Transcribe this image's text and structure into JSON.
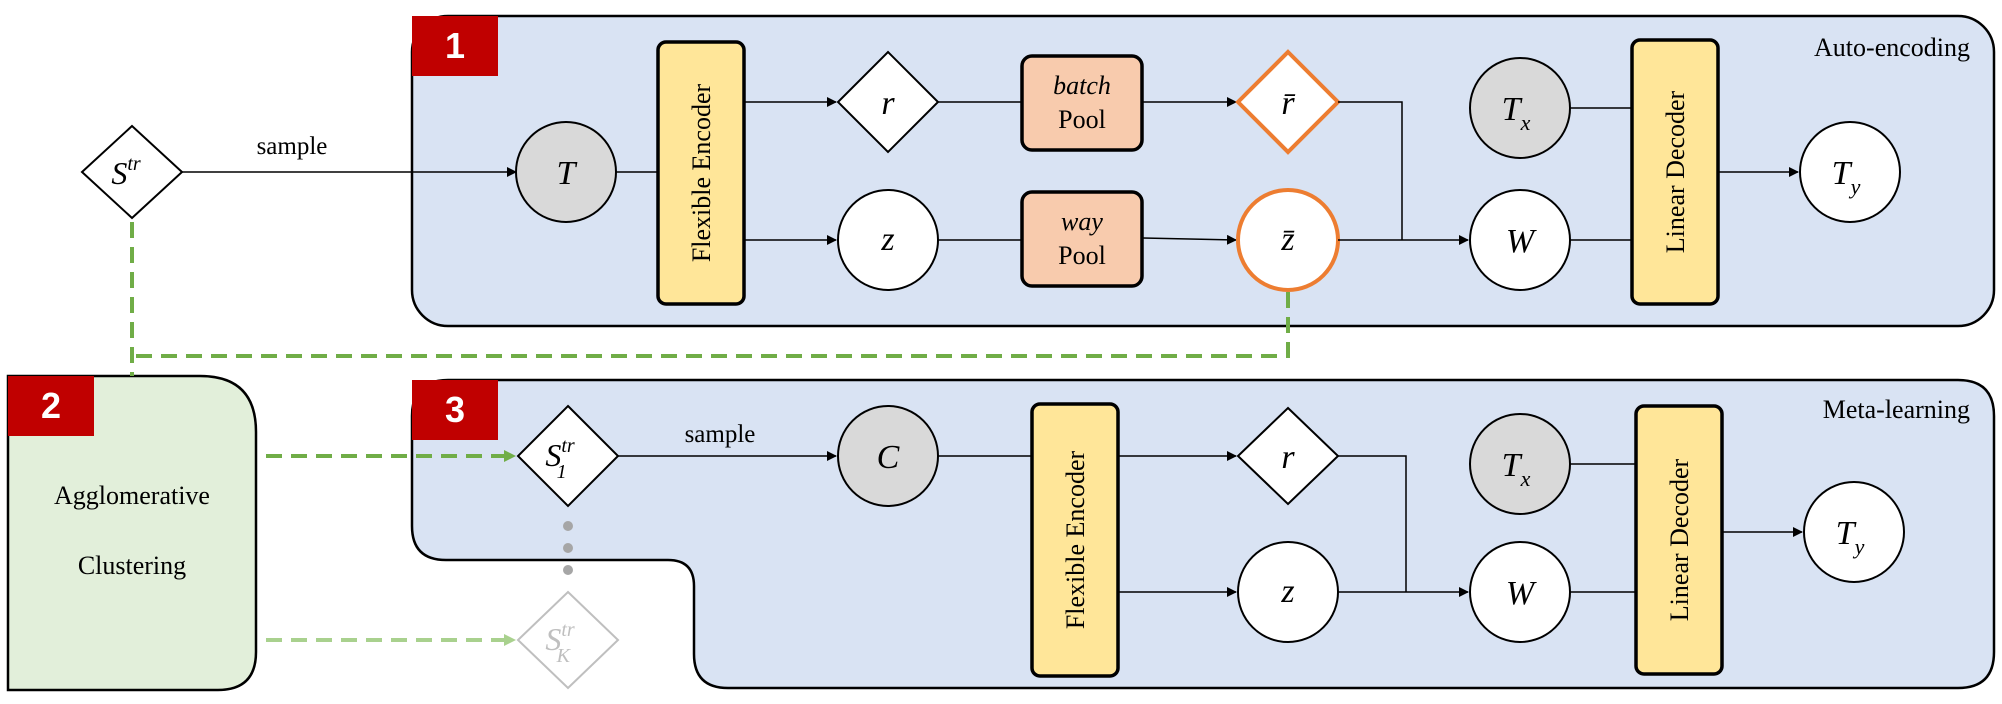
{
  "colors": {
    "panel_fill": "#d9e3f3",
    "panel_stroke": "#000000",
    "badge": "#c00000",
    "encoder_fill": "#ffe699",
    "pool_fill": "#f8cbad",
    "node_gray": "#d9d9d9",
    "highlight_orange": "#ed7d31",
    "dashed_green": "#70ad47",
    "dashed_green_light": "#a9d18e",
    "faded_gray": "#bfbfbf",
    "cluster_fill": "#e2efda"
  },
  "badges": {
    "one": "1",
    "two": "2",
    "three": "3"
  },
  "panel1": {
    "title": "Auto-encoding",
    "encoder": "Flexible Encoder",
    "decoder": "Linear Decoder",
    "sample_label": "sample",
    "nodes": {
      "S": "S",
      "S_sup": "tr",
      "T": "T",
      "r": "r",
      "z": "z",
      "r_bar": "r̄",
      "z_bar": "z̄",
      "W": "W",
      "Tx": "T",
      "Tx_sub": "x",
      "Ty": "T",
      "Ty_sub": "y"
    },
    "batch_pool": {
      "top": "batch",
      "bottom": "Pool"
    },
    "way_pool": {
      "top": "way",
      "bottom": "Pool"
    }
  },
  "clustering": {
    "line1": "Agglomerative",
    "line2": "Clustering"
  },
  "panel3": {
    "title": "Meta-learning",
    "encoder": "Flexible Encoder",
    "decoder": "Linear Decoder",
    "sample_label": "sample",
    "nodes": {
      "S1": "S",
      "S1_sup": "tr",
      "S1_sub": "1",
      "SK": "S",
      "SK_sup": "tr",
      "SK_sub": "K",
      "C": "C",
      "r": "r",
      "z": "z",
      "W": "W",
      "Tx": "T",
      "Tx_sub": "x",
      "Ty": "T",
      "Ty_sub": "y"
    }
  }
}
